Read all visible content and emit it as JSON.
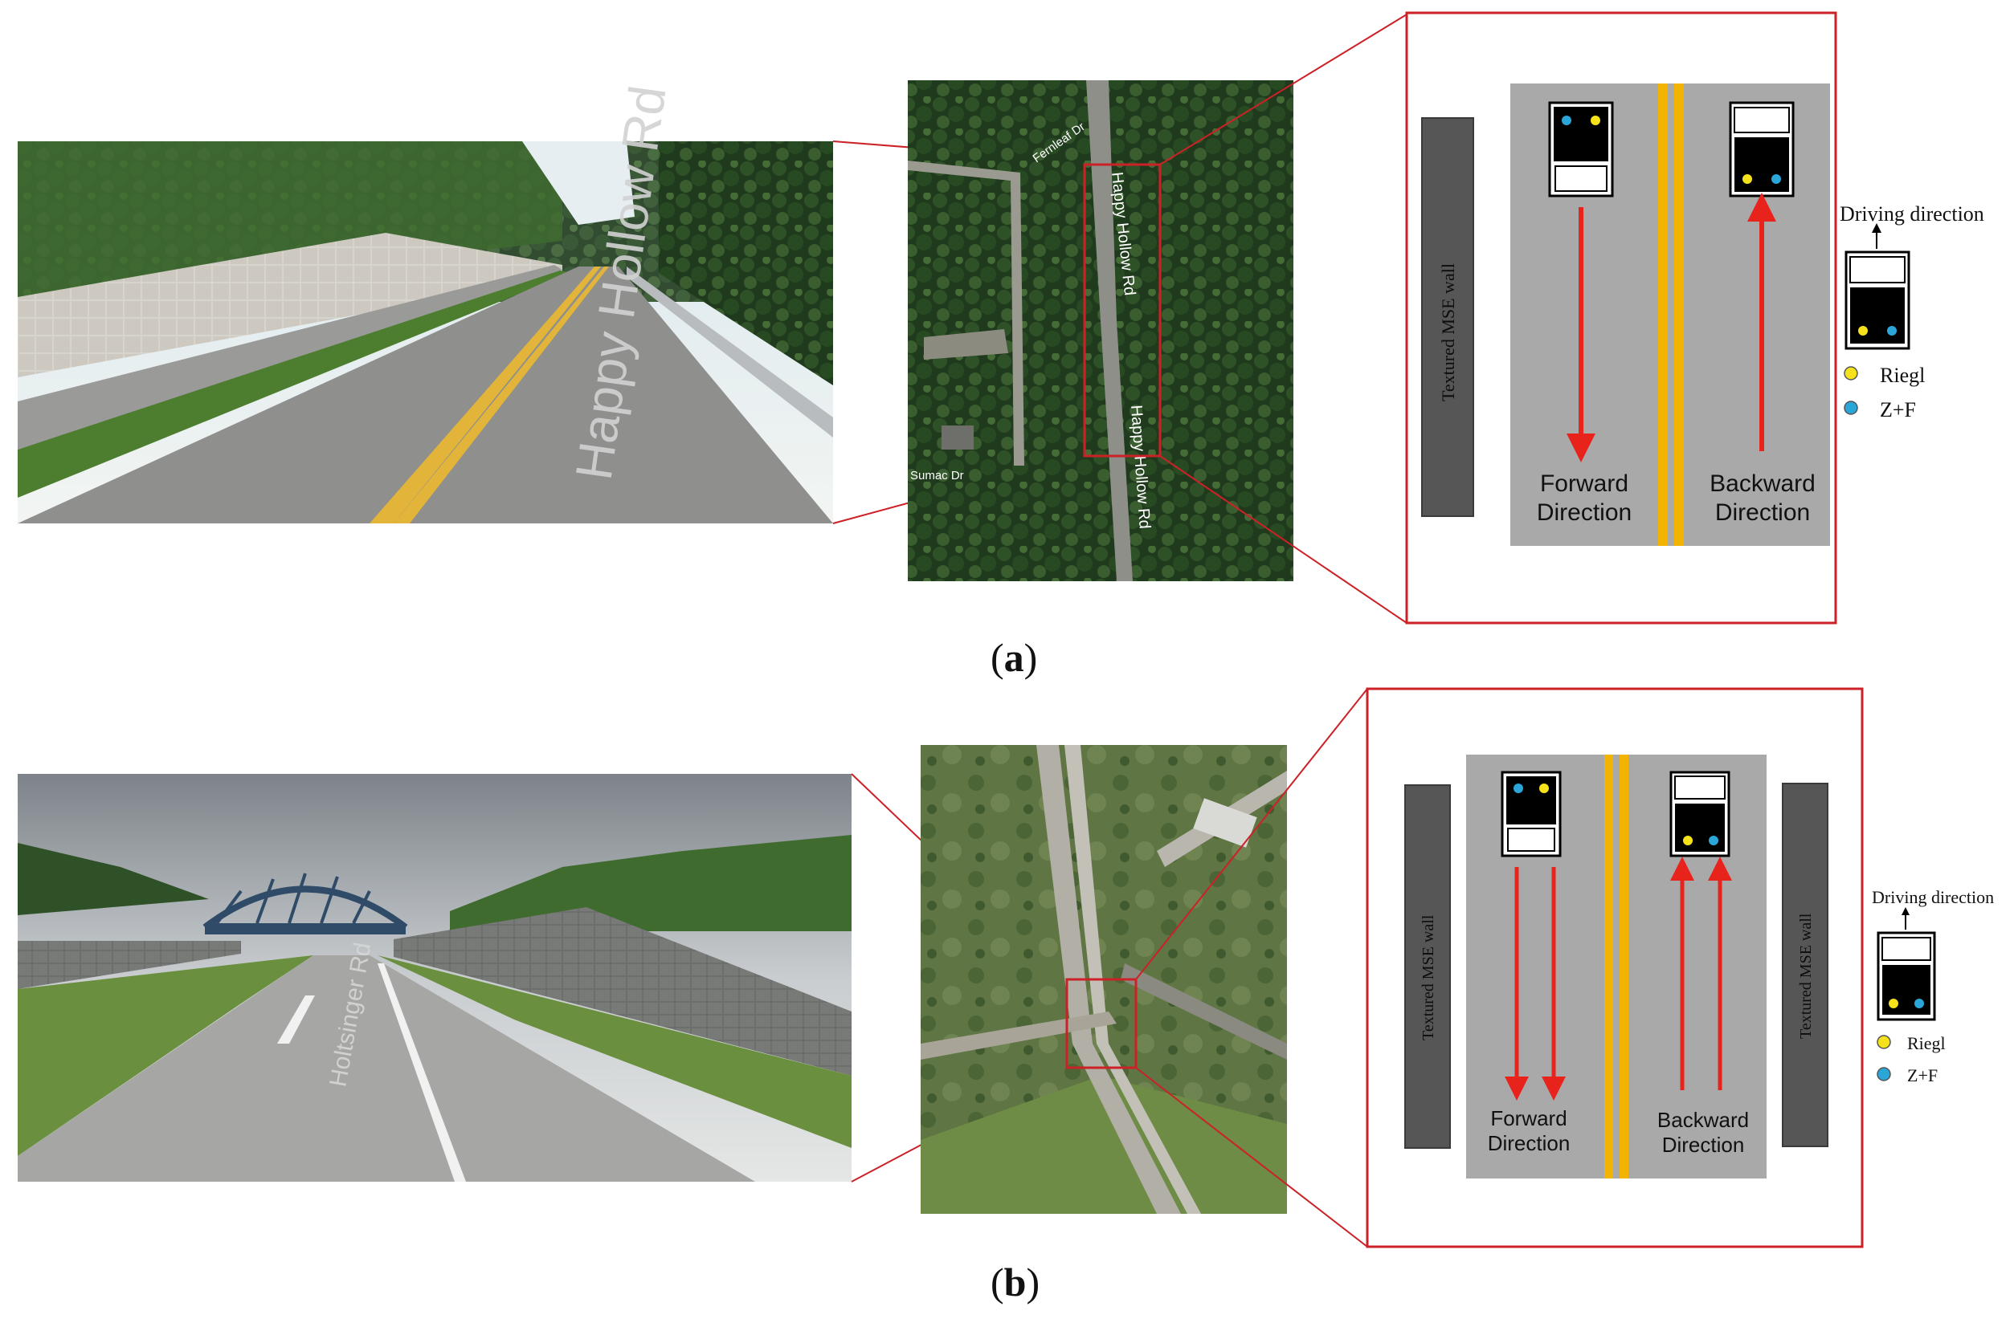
{
  "panels": [
    {
      "label_open": "(",
      "label_letter": "a",
      "label_close": ")",
      "street_view_road_text": "Happy Hollow Rd",
      "map_labels": [
        "Fernleaf Dr",
        "Happy Hollow Rd",
        "Happy Hollow Rd",
        "Sumac Dr"
      ],
      "walls": [
        "Textured MSE wall"
      ],
      "lane_left": [
        "Forward",
        "Direction"
      ],
      "lane_right": [
        "Backward",
        "Direction"
      ],
      "legend_title": "Driving direction",
      "legend_items": [
        "Riegl",
        "Z+F"
      ]
    },
    {
      "label_open": "(",
      "label_letter": "b",
      "label_close": ")",
      "street_view_road_text": "Holtsinger Rd",
      "walls": [
        "Textured MSE wall",
        "Textured MSE wall"
      ],
      "lane_left": [
        "Forward",
        "Direction"
      ],
      "lane_right": [
        "Backward",
        "Direction"
      ],
      "legend_title": "Driving direction",
      "legend_items": [
        "Riegl",
        "Z+F"
      ]
    }
  ],
  "colors": {
    "callout_red": "#cc2127",
    "road_gray": "#a9a9a9",
    "wall_gray": "#565656",
    "center_line_yellow": "#f2b400",
    "arrow_red": "#e8231c",
    "riegl_yellow": "#f5e21b",
    "zf_blue": "#2aa7d8"
  },
  "icons": [
    "vehicle-icon",
    "arrow-up-icon",
    "arrow-down-icon"
  ]
}
